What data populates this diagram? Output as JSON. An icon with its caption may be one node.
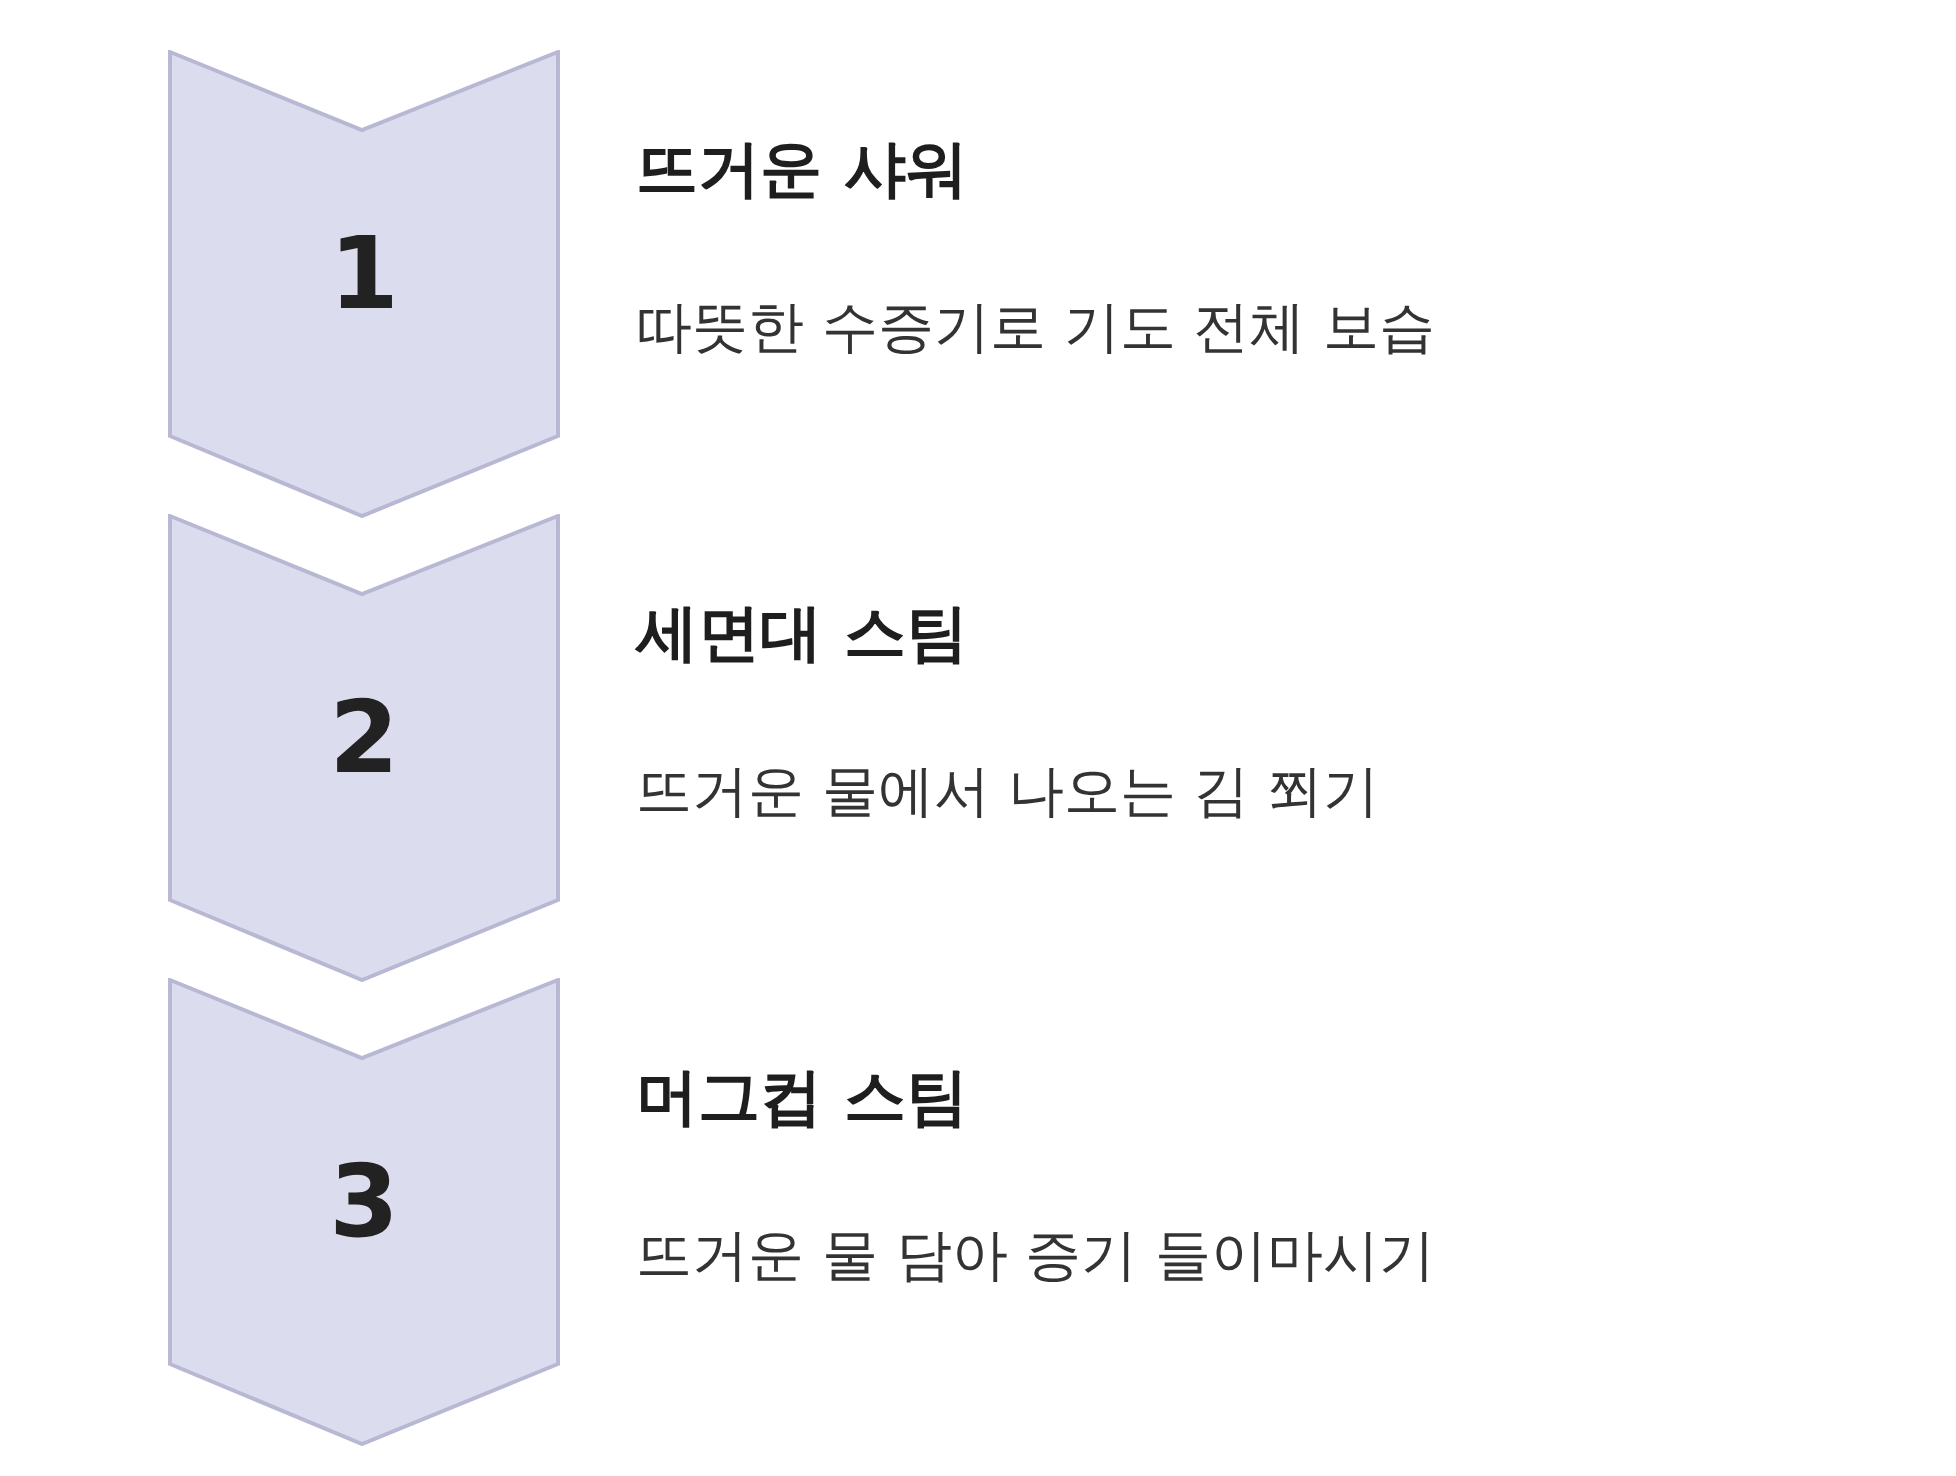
{
  "diagram": {
    "nodes": [
      {
        "text": [
          "1"
        ],
        "beside": [
          "뜨거운 샤워",
          "따뜻한 수증기로 기도 전체 보습"
        ]
      },
      {
        "text": [
          "2"
        ],
        "beside": [
          "세면대 스팀",
          "뜨거운 물에서 나오는 김 쬐기"
        ]
      },
      {
        "text": [
          "3"
        ],
        "beside": [
          "머그컵 스팀",
          "뜨거운 물 담아 증기 들이마시기"
        ]
      }
    ]
  }
}
